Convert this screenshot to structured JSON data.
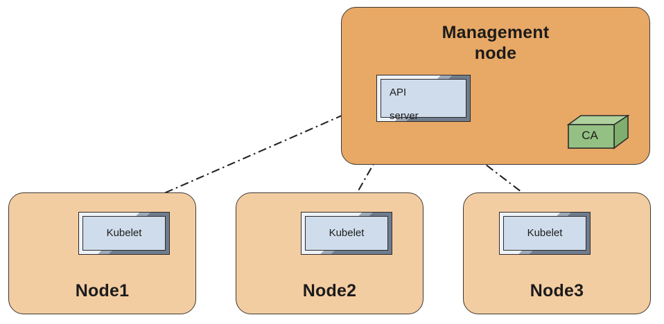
{
  "diagram": {
    "title": "Kubernetes node / API server certificate authority topology",
    "type": "architecture-diagram",
    "colors": {
      "management_fill": "#e8a866",
      "node_fill": "#f3cda2",
      "zone_stroke": "#3d3730",
      "component_face": "#cfdceb",
      "component_bevel_light": "#eef3f9",
      "component_bevel_dark": "#6f7c8d",
      "component_stroke": "#2b2b2b",
      "ca_front": "#94c183",
      "ca_top": "#aed19d",
      "ca_side": "#7fae6e",
      "ca_stroke": "#2b2b2b",
      "edge_stroke": "#262220",
      "background": "#ffffff"
    }
  },
  "management_node": {
    "label": "Management\nnode",
    "label_line1": "Management",
    "label_line2": "node",
    "api_server": {
      "label": "API\nserver",
      "label_line1": "API",
      "label_line2": "server"
    },
    "ca": {
      "label": "CA"
    }
  },
  "nodes": [
    {
      "label": "Node1",
      "kubelet": {
        "label": "Kubelet"
      }
    },
    {
      "label": "Node2",
      "kubelet": {
        "label": "Kubelet"
      }
    },
    {
      "label": "Node3",
      "kubelet": {
        "label": "Kubelet"
      }
    }
  ],
  "edges": [
    {
      "from": "api-server",
      "to": "node1-kubelet",
      "style": "dash-dot",
      "arrows": "both"
    },
    {
      "from": "api-server",
      "to": "node2-kubelet",
      "style": "dash-dot",
      "arrows": "both"
    },
    {
      "from": "api-server",
      "to": "node3-kubelet",
      "style": "dash-dot",
      "arrows": "both"
    },
    {
      "from": "api-server",
      "to": "ca",
      "style": "dash-dot",
      "arrows": "both"
    }
  ]
}
